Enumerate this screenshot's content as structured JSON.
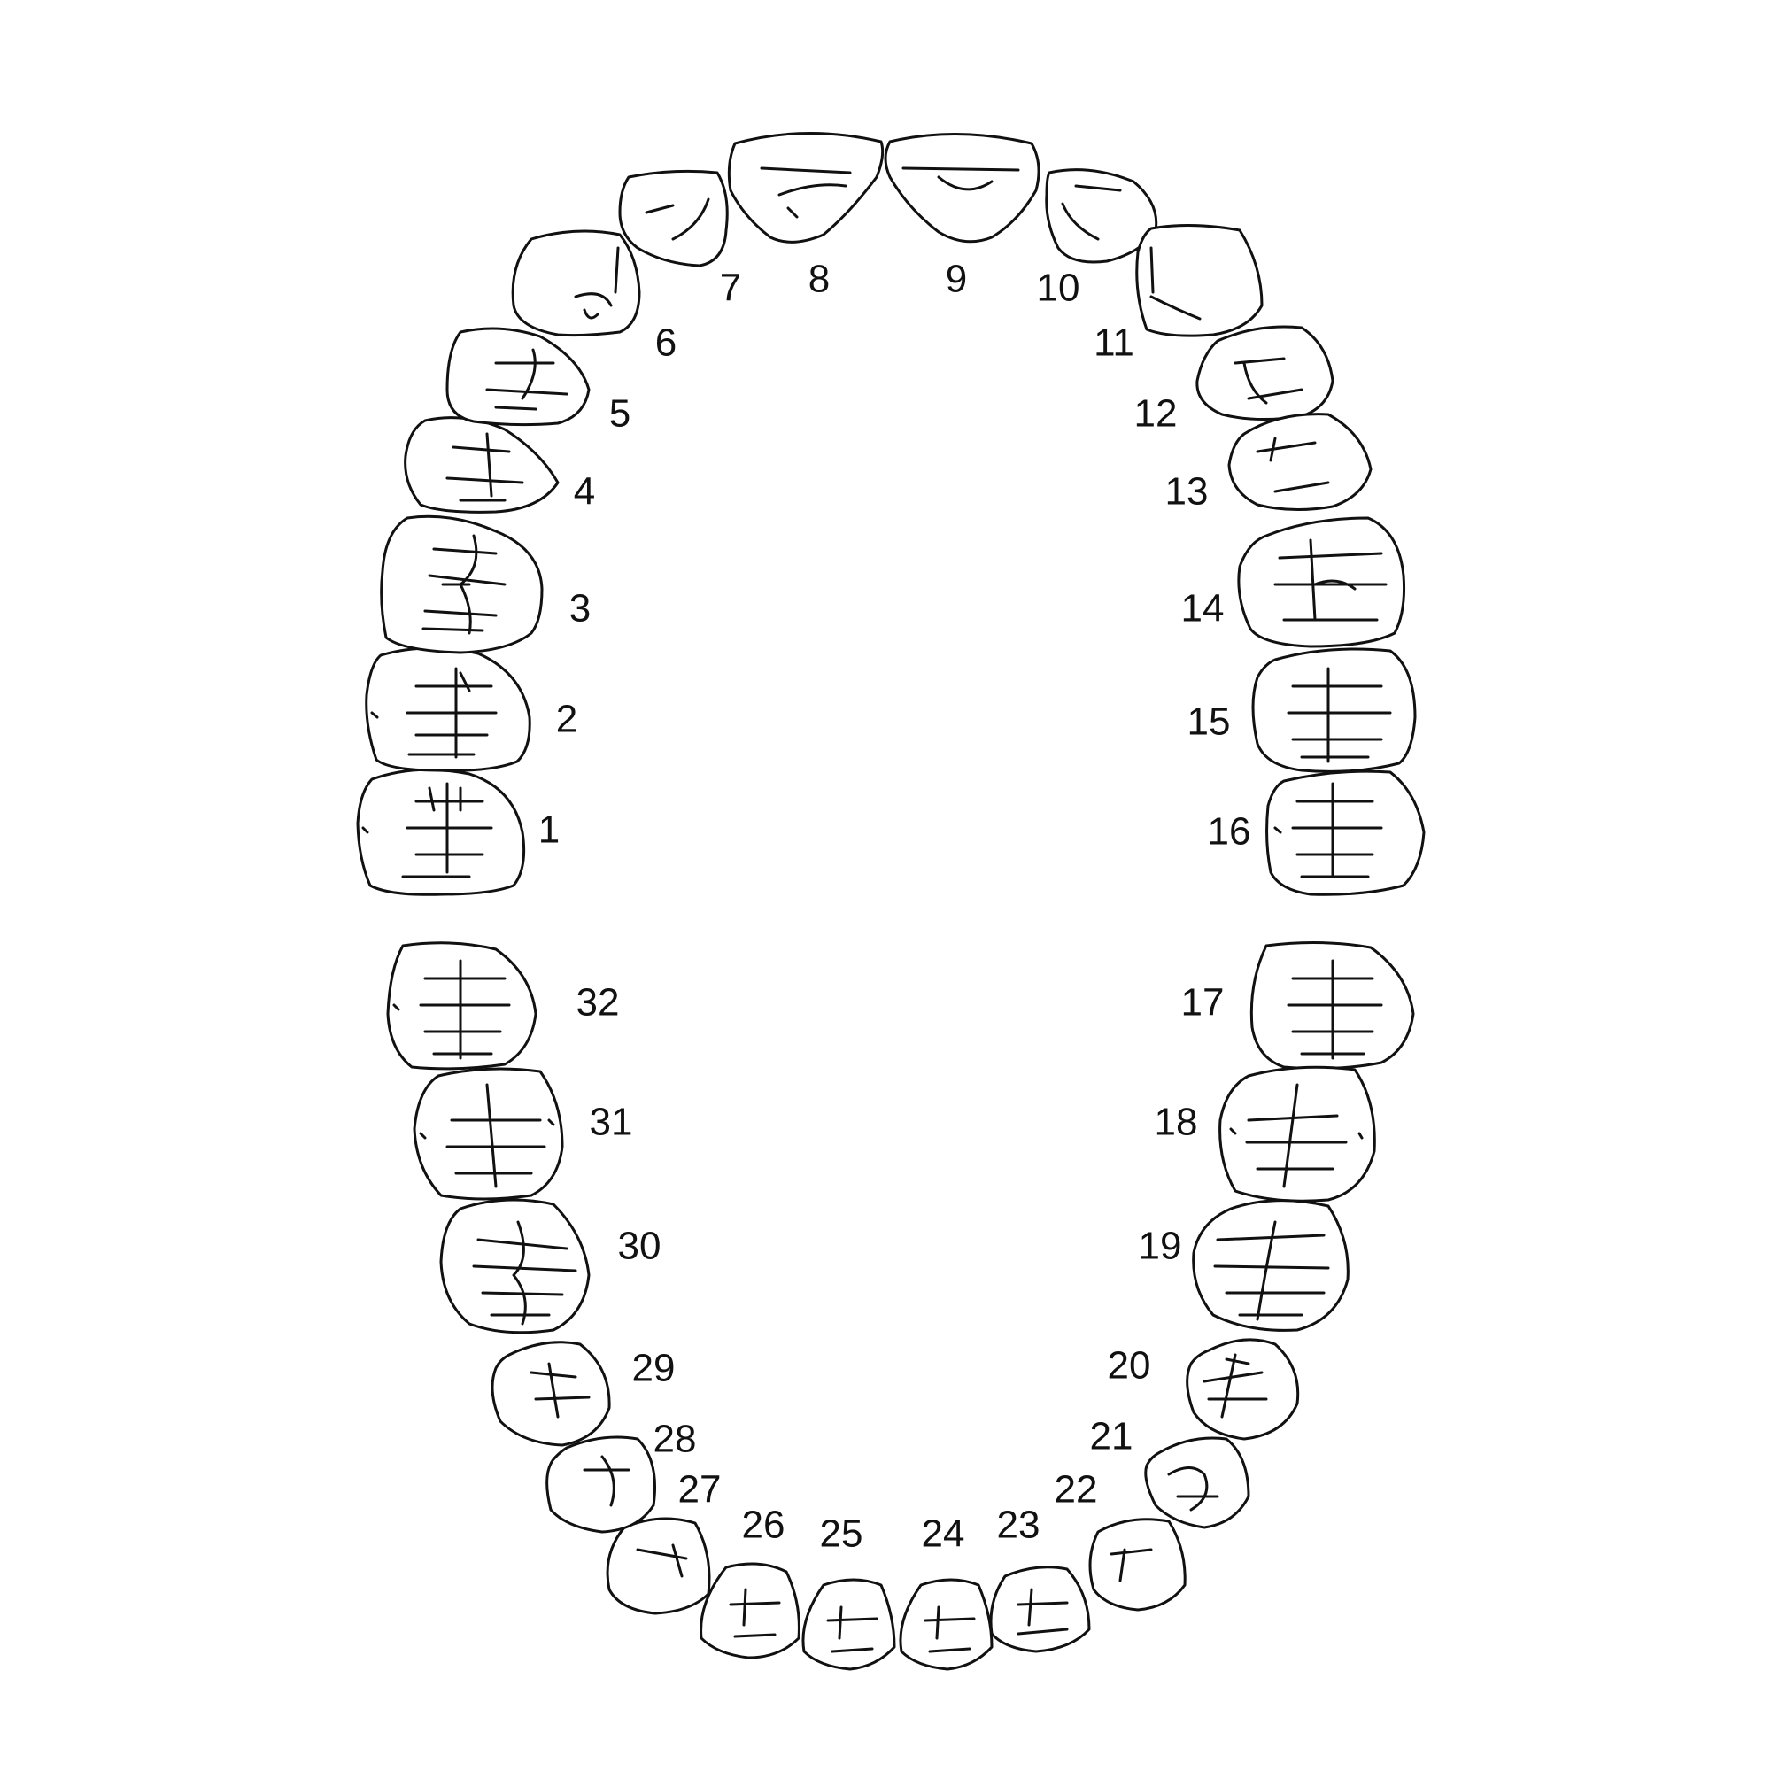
{
  "diagram": {
    "colors": {
      "line": "#111111",
      "background": "#ffffff"
    },
    "upper_teeth": [
      {
        "number": "1",
        "type": "molar"
      },
      {
        "number": "2",
        "type": "molar"
      },
      {
        "number": "3",
        "type": "molar"
      },
      {
        "number": "4",
        "type": "premolar"
      },
      {
        "number": "5",
        "type": "premolar"
      },
      {
        "number": "6",
        "type": "canine"
      },
      {
        "number": "7",
        "type": "incisor"
      },
      {
        "number": "8",
        "type": "incisor"
      },
      {
        "number": "9",
        "type": "incisor"
      },
      {
        "number": "10",
        "type": "incisor"
      },
      {
        "number": "11",
        "type": "canine"
      },
      {
        "number": "12",
        "type": "premolar"
      },
      {
        "number": "13",
        "type": "premolar"
      },
      {
        "number": "14",
        "type": "molar"
      },
      {
        "number": "15",
        "type": "molar"
      },
      {
        "number": "16",
        "type": "molar"
      }
    ],
    "lower_teeth": [
      {
        "number": "17",
        "type": "molar"
      },
      {
        "number": "18",
        "type": "molar"
      },
      {
        "number": "19",
        "type": "molar"
      },
      {
        "number": "20",
        "type": "premolar"
      },
      {
        "number": "21",
        "type": "premolar"
      },
      {
        "number": "22",
        "type": "canine"
      },
      {
        "number": "23",
        "type": "incisor"
      },
      {
        "number": "24",
        "type": "incisor"
      },
      {
        "number": "25",
        "type": "incisor"
      },
      {
        "number": "26",
        "type": "incisor"
      },
      {
        "number": "27",
        "type": "canine"
      },
      {
        "number": "28",
        "type": "premolar"
      },
      {
        "number": "29",
        "type": "premolar"
      },
      {
        "number": "30",
        "type": "molar"
      },
      {
        "number": "31",
        "type": "molar"
      },
      {
        "number": "32",
        "type": "molar"
      }
    ]
  }
}
